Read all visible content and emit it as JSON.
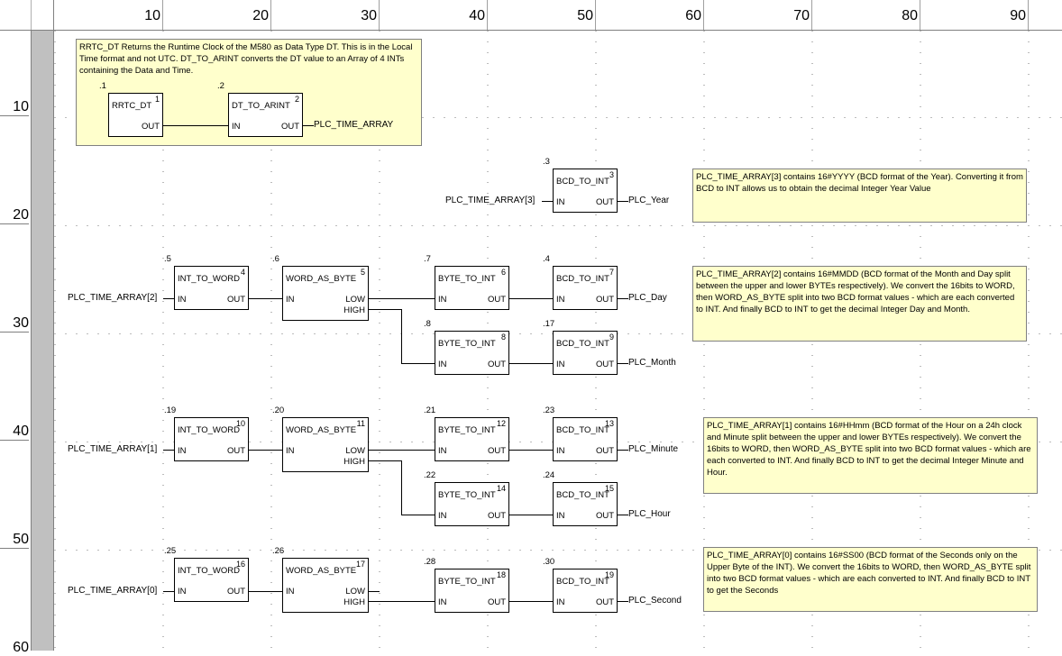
{
  "columns": [
    "10",
    "20",
    "30",
    "40",
    "50",
    "60",
    "70",
    "80",
    "90"
  ],
  "rows": [
    "10",
    "20",
    "30",
    "40",
    "50",
    "60"
  ],
  "notes": {
    "n1": "RRTC_DT Returns the Runtime Clock of the M580 as Data Type DT. This is in the Local Time format and not UTC. DT_TO_ARINT converts the DT value to an Array of 4 INTs containing the Data and Time.",
    "n2": "PLC_TIME_ARRAY[3] contains 16#YYYY (BCD format of the Year). Converting it from BCD to INT allows us to obtain the decimal Integer Year Value",
    "n3": "PLC_TIME_ARRAY[2] contains 16#MMDD (BCD format of the Month and Day split between the upper and lower BYTEs respectively). We convert the 16bits to WORD, then WORD_AS_BYTE split into two BCD format values - which are each converted to INT. And finally BCD to INT to get the decimal Integer Day and Month.",
    "n4": "PLC_TIME_ARRAY[1] contains 16#HHmm (BCD format of the Hour on a 24h clock and Minute split between the upper and lower BYTEs respectively). We convert the 16bits to WORD, then WORD_AS_BYTE split into two BCD format values - which are each converted to INT. And finally BCD to INT to get the decimal Integer Minute and Hour.",
    "n5": "PLC_TIME_ARRAY[0] contains 16#SS00 (BCD format of the Seconds only on the Upper Byte of the INT). We convert the 16bits to WORD, then WORD_AS_BYTE split into two BCD format values - which are each converted to INT. And finally BCD to INT to get the Seconds"
  },
  "pins": {
    "in": "IN",
    "out": "OUT",
    "low": "LOW",
    "high": "HIGH"
  },
  "blocks": {
    "b1": {
      "name": "RRTC_DT",
      "num": "1",
      "inst": ".1"
    },
    "b2": {
      "name": "DT_TO_ARINT",
      "num": "2",
      "inst": ".2"
    },
    "b3": {
      "name": "BCD_TO_INT",
      "num": "3",
      "inst": ".3"
    },
    "b4": {
      "name": "INT_TO_WORD",
      "num": "4",
      "inst": ".5"
    },
    "b5": {
      "name": "WORD_AS_BYTE",
      "num": "5",
      "inst": ".6"
    },
    "b6": {
      "name": "BYTE_TO_INT",
      "num": "6",
      "inst": ".7"
    },
    "b7": {
      "name": "BCD_TO_INT",
      "num": "7",
      "inst": ".4"
    },
    "b8": {
      "name": "BYTE_TO_INT",
      "num": "8",
      "inst": ".8"
    },
    "b9": {
      "name": "BCD_TO_INT",
      "num": "9",
      "inst": ".17"
    },
    "b10": {
      "name": "INT_TO_WORD",
      "num": "10",
      "inst": ".19"
    },
    "b11": {
      "name": "WORD_AS_BYTE",
      "num": "11",
      "inst": ".20"
    },
    "b12": {
      "name": "BYTE_TO_INT",
      "num": "12",
      "inst": ".21"
    },
    "b13": {
      "name": "BCD_TO_INT",
      "num": "13",
      "inst": ".23"
    },
    "b14": {
      "name": "BYTE_TO_INT",
      "num": "14",
      "inst": ".22"
    },
    "b15": {
      "name": "BCD_TO_INT",
      "num": "15",
      "inst": ".24"
    },
    "b16": {
      "name": "INT_TO_WORD",
      "num": "16",
      "inst": ".25"
    },
    "b17": {
      "name": "WORD_AS_BYTE",
      "num": "17",
      "inst": ".26"
    },
    "b18": {
      "name": "BYTE_TO_INT",
      "num": "18",
      "inst": ".28"
    },
    "b19": {
      "name": "BCD_TO_INT",
      "num": "19",
      "inst": ".30"
    }
  },
  "vars": {
    "plc_time_array": "PLC_TIME_ARRAY",
    "arr3": "PLC_TIME_ARRAY[3]",
    "arr2": "PLC_TIME_ARRAY[2]",
    "arr1": "PLC_TIME_ARRAY[1]",
    "arr0": "PLC_TIME_ARRAY[0]",
    "year": "PLC_Year",
    "day": "PLC_Day",
    "month": "PLC_Month",
    "minute": "PLC_Minute",
    "hour": "PLC_Hour",
    "second": "PLC_Second"
  }
}
